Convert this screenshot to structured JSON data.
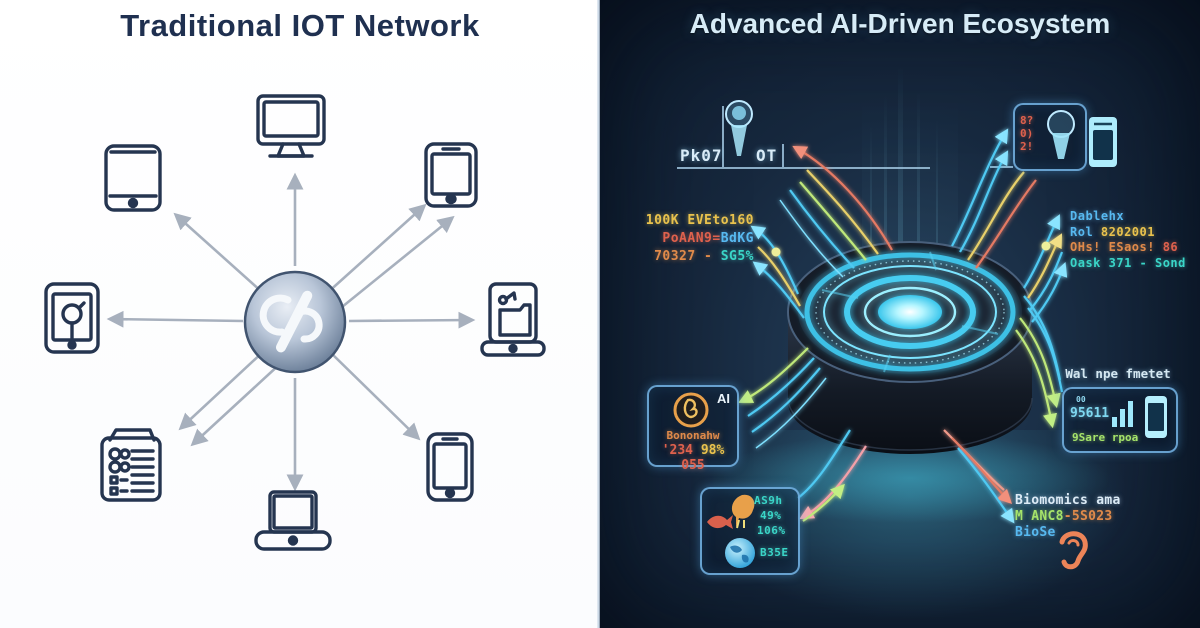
{
  "left": {
    "title": "Traditional IOT Network"
  },
  "right": {
    "title": "Advanced AI-Driven Ecosystem",
    "top_left": {
      "label_left": "Pk07",
      "label_right": "OT"
    },
    "top_right": {
      "l1": "8?",
      "l2": "0)",
      "l3": "2!"
    },
    "mid_left": {
      "l1": "100K EVEto160",
      "l2a": "PoAAN9=",
      "l2b": "BdKG",
      "l3a": "70327 - ",
      "l3b": "SG5%"
    },
    "mid_right": {
      "l1": "Dablehx",
      "l2a": "Rol ",
      "l2b": "8202001",
      "l3a": "OHs! ESaos! ",
      "l3b": "86",
      "l4": "Oask 371 - Sond"
    },
    "ai_box": {
      "badge": "AI",
      "name": "Bononahw",
      "v1": "'234 ",
      "v2": "98%",
      "v3": " 055"
    },
    "species_box": {
      "l1": "AS9h",
      "l2": "49%",
      "l3": "106%",
      "l4": "B35E"
    },
    "metrics_box": {
      "title": "Wal npe fmetet",
      "sup": "00",
      "value": "95611",
      "footer": "9Sare rpoa"
    },
    "bottom_right": {
      "l1": "Biomomics ama",
      "l2a": "M ANC8",
      "l2b": "-5S023",
      "l3": "BioSe"
    }
  },
  "colors": {
    "left_ink": "#1f3050",
    "device_stroke": "#253550",
    "arrow_gray": "#a7b0bd",
    "accent_cyan": "#4fc9f2",
    "accent_green": "#a5e36a",
    "accent_yellow": "#e8c94d",
    "accent_red": "#e0614d",
    "panel_dark": "#14233c"
  }
}
